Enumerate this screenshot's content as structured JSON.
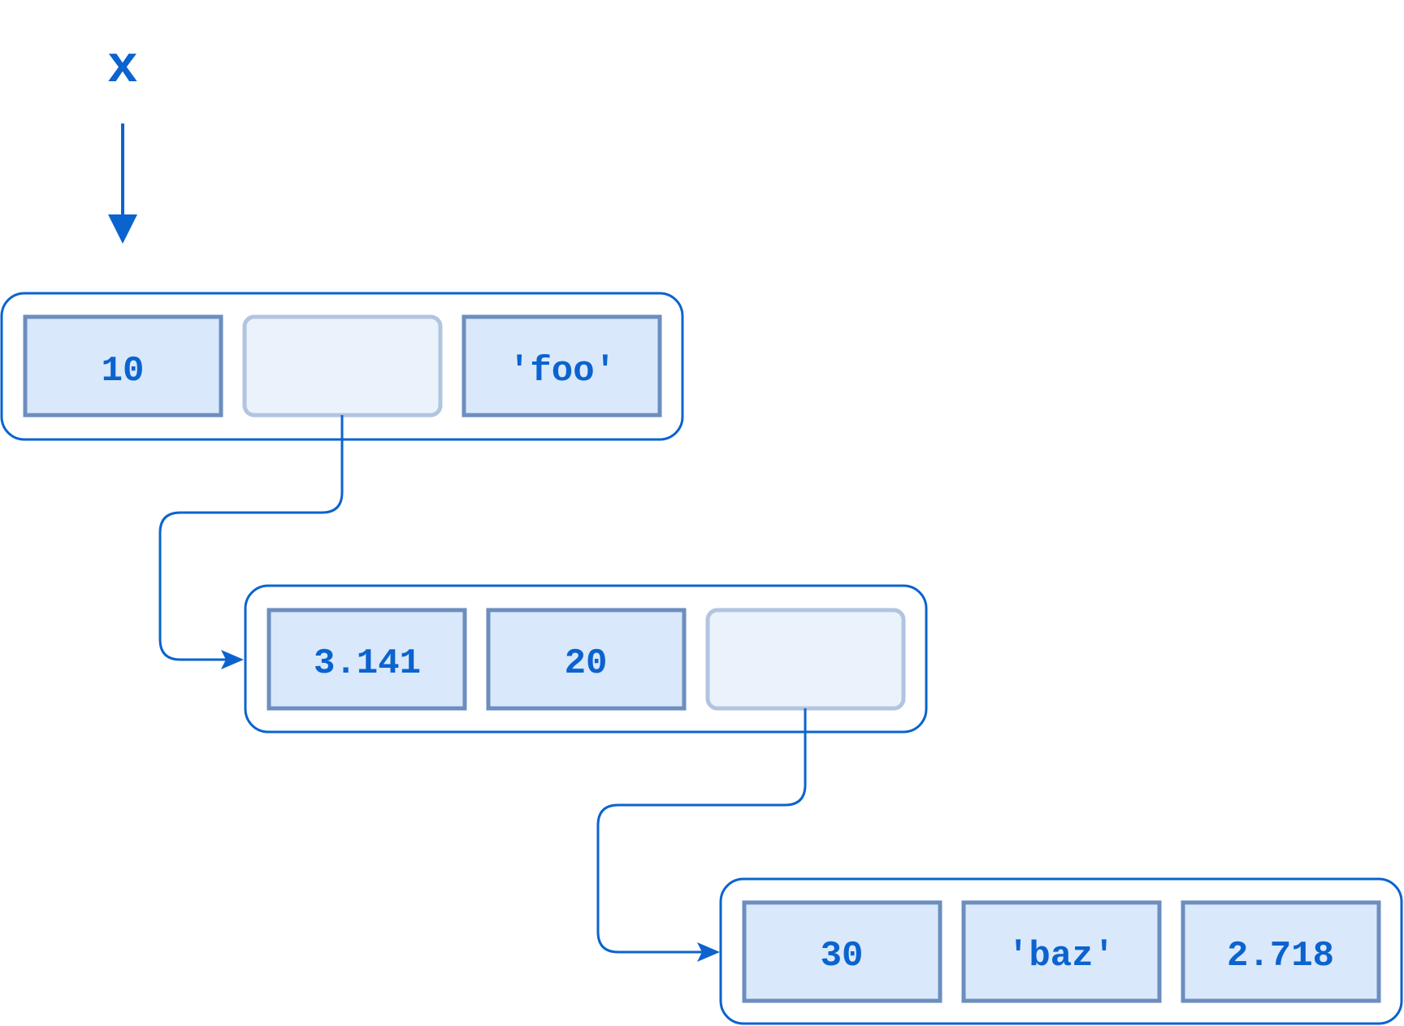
{
  "variable": {
    "name": "x"
  },
  "lists": [
    {
      "cells": [
        "10",
        "",
        "'foo'"
      ],
      "pointer_cell": 1
    },
    {
      "cells": [
        "3.141",
        "20",
        ""
      ],
      "pointer_cell": 2
    },
    {
      "cells": [
        "30",
        "'baz'",
        "2.718"
      ],
      "pointer_cell": null
    }
  ],
  "colors": {
    "accent": "#0b63ce",
    "cell_fill": "#dae8fb",
    "cell_stroke": "#6c8ebf",
    "pointer_fill": "#eaf2fc",
    "pointer_stroke": "#b1c4e0"
  }
}
